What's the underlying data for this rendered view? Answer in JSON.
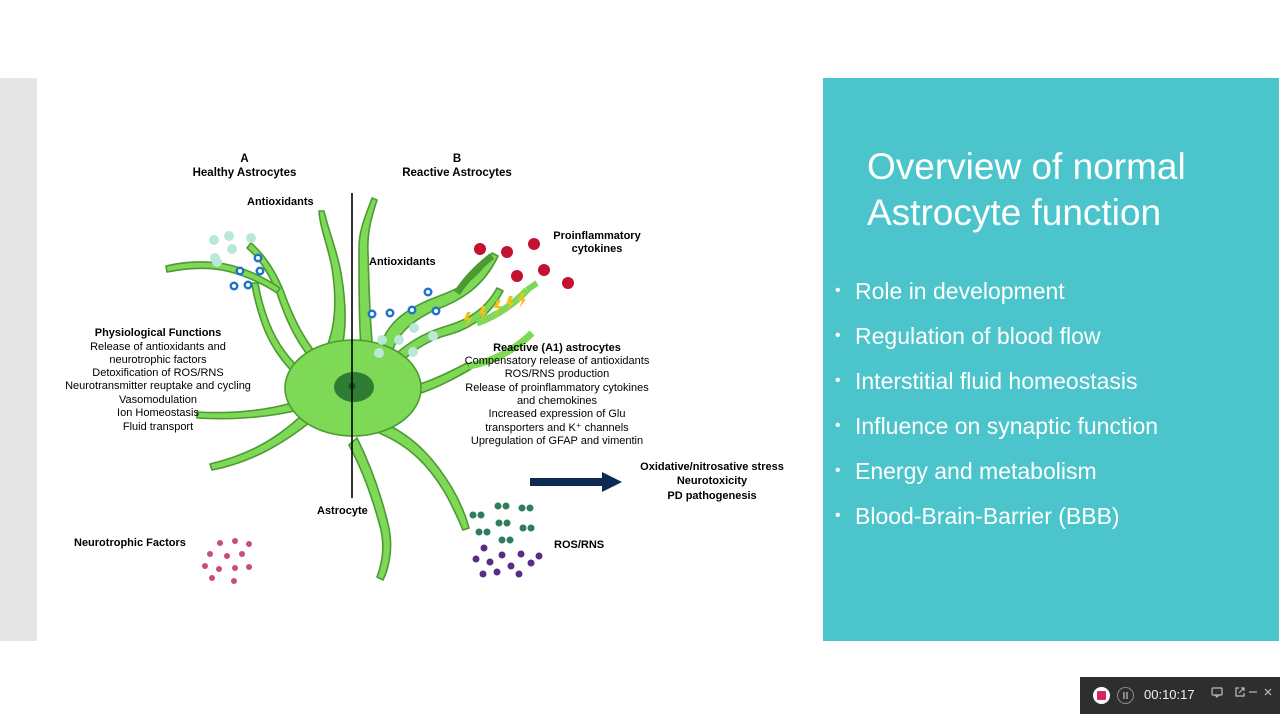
{
  "figure": {
    "panel_a_letter": "A",
    "panel_a_title": "Healthy Astrocytes",
    "panel_b_letter": "B",
    "panel_b_title": "Reactive Astrocytes",
    "antioxidants_a": "Antioxidants",
    "antioxidants_b": "Antioxidants",
    "proinflammatory": [
      "Proinflammatory",
      "cytokines"
    ],
    "physiological_title": "Physiological Functions",
    "physiological_items": [
      "Release of antioxidants and",
      "neurotrophic factors",
      "Detoxification of ROS/RNS",
      "Neurotransmitter reuptake and cycling",
      "Vasomodulation",
      "Ion Homeostasis",
      "Fluid transport"
    ],
    "reactive_title": "Reactive (A1) astrocytes",
    "reactive_items": [
      "Compensatory release of antioxidants",
      "ROS/RNS production",
      "Release of proinflammatory cytokines",
      "and chemokines",
      "Increased expression of Glu",
      "transporters and K⁺ channels",
      "Upregulation of GFAP and vimentin"
    ],
    "outcome_items": [
      "Oxidative/nitrosative stress",
      "Neurotoxicity",
      "PD pathogenesis"
    ],
    "astrocyte_label": "Astrocyte",
    "neurotrophic_label": "Neurotrophic Factors",
    "ros_label": "ROS/RNS"
  },
  "panel": {
    "title": "Overview of normal Astrocyte function",
    "bullet_glyph": "•",
    "bullets": [
      "Role in development",
      "Regulation of blood flow",
      "Interstitial fluid homeostasis",
      "Influence on synaptic function",
      "Energy and metabolism",
      "Blood-Brain-Barrier (BBB)"
    ],
    "color": "#4bc5cb"
  },
  "recorder": {
    "timer": "00:10:17",
    "icons": [
      "stop-record-icon",
      "pause-icon",
      "camera-icon",
      "external-link-icon",
      "minimize-icon",
      "close-icon"
    ]
  }
}
